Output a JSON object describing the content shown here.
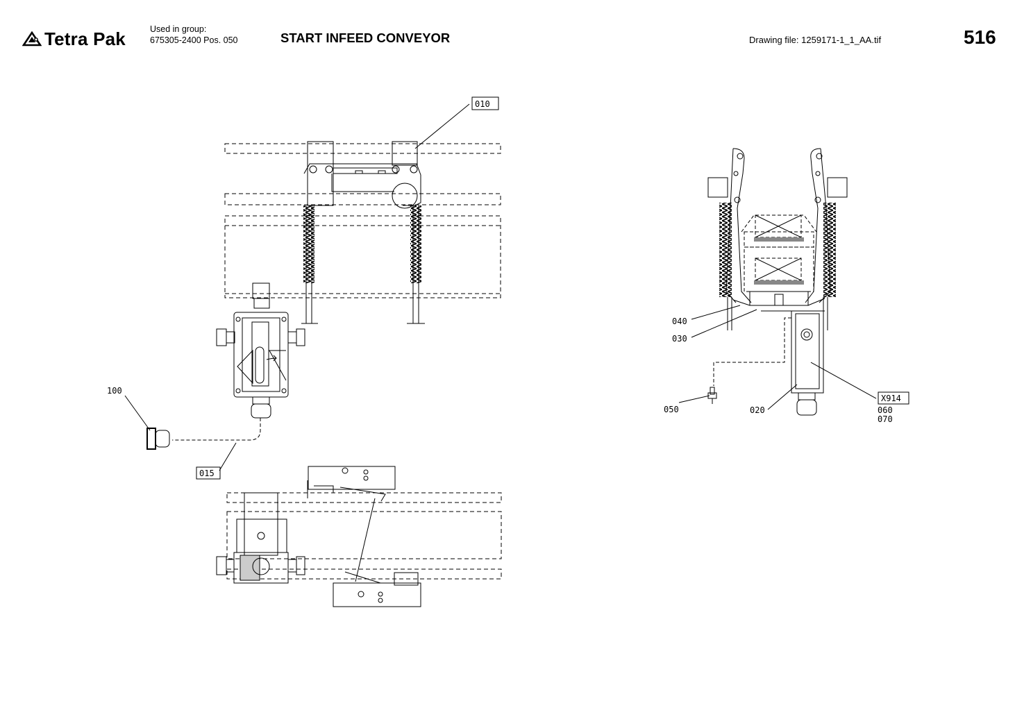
{
  "header": {
    "brand": "Tetra Pak",
    "used_in_group_label": "Used in group:",
    "used_in_group_value": "675305-2400 Pos. 050",
    "title": "START INFEED CONVEYOR",
    "drawing_file": "Drawing file:  1259171-1_1_AA.tif",
    "page_number": "516",
    "logo_icon": "tetra-pak-triangle-logo"
  },
  "callouts": {
    "c010": "010",
    "c015": "015",
    "c100": "100",
    "c040": "040",
    "c030": "030",
    "c050": "050",
    "c020": "020",
    "cX914": "X914",
    "c060": "060",
    "c070": "070"
  }
}
